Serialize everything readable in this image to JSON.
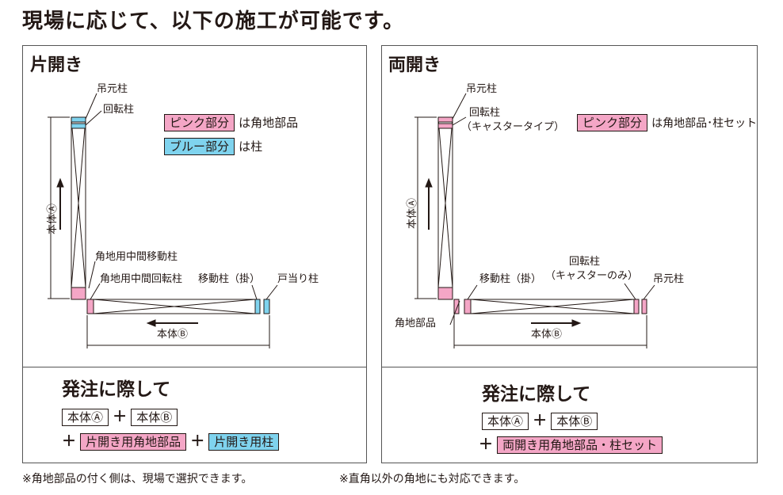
{
  "heading": "現場に応じて、以下の施工が可能です。",
  "colors": {
    "pink": "#f4a6c6",
    "blue": "#7fd3ee",
    "line": "#231815",
    "frame": "#555555"
  },
  "left": {
    "title": "片開き",
    "labels": {
      "top_post": "吊元柱",
      "rotating_post": "回転柱",
      "body_a": "本体Ⓐ",
      "corner_moving_post": "角地用中間移動柱",
      "corner_rotating_post": "角地用中間回転柱",
      "moving_post": "移動柱（掛）",
      "stop_post": "戸当り柱",
      "body_b": "本体Ⓑ"
    },
    "legend": [
      {
        "box": "ピンク部分",
        "text": "は角地部品"
      },
      {
        "box": "ブルー部分",
        "text": "は柱"
      }
    ],
    "order": {
      "title": "発注に際して",
      "row1": [
        "本体Ⓐ",
        "＋",
        "本体Ⓑ"
      ],
      "row2_plus1": "＋",
      "row2_item1": "片開き用角地部品",
      "row2_plus2": "＋",
      "row2_item2": "片開き用柱"
    }
  },
  "right": {
    "title": "両開き",
    "labels": {
      "top_post": "吊元柱",
      "rotating_post": "回転柱",
      "caster_type": "（キャスタータイプ）",
      "body_a": "本体Ⓐ",
      "moving_post": "移動柱（掛）",
      "rotating_post2": "回転柱",
      "caster_only": "（キャスターのみ）",
      "top_post2": "吊元柱",
      "corner_part": "角地部品",
      "body_b": "本体Ⓑ"
    },
    "legend": [
      {
        "box": "ピンク部分",
        "text": "は角地部品･柱セット"
      }
    ],
    "order": {
      "title": "発注に際して",
      "row1": [
        "本体Ⓐ",
        "＋",
        "本体Ⓑ"
      ],
      "row2_plus": "＋",
      "row2_item": "両開き用角地部品・柱セット"
    }
  },
  "notes": [
    "※角地部品の付く側は、現場で選択できます。",
    "※直角以外の角地にも対応できます。"
  ]
}
